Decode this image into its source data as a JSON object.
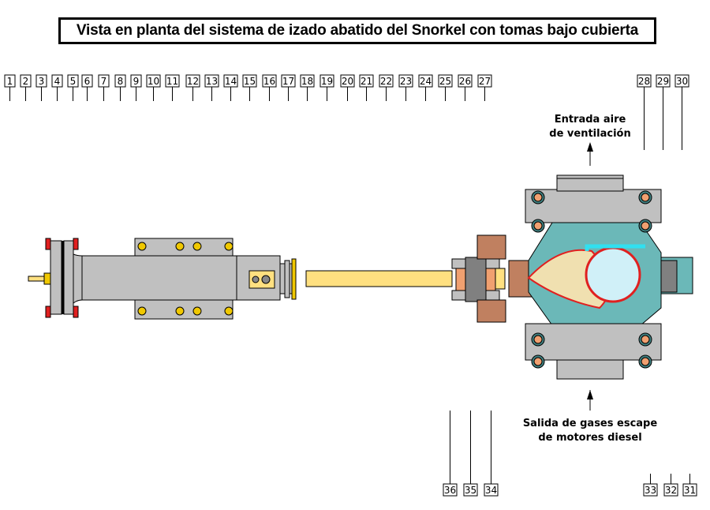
{
  "title": "Vista en planta del sistema de izado abatido del Snorkel con tomas bajo cubierta",
  "annotations": {
    "air_inlet": [
      "Entrada aire",
      "de ventilación"
    ],
    "exhaust_outlet": [
      "Salida de gases escape",
      "de motores diesel"
    ]
  },
  "callouts_top": [
    "1",
    "2",
    "3",
    "4",
    "5",
    "6",
    "7",
    "8",
    "9",
    "10",
    "11",
    "12",
    "13",
    "14",
    "15",
    "16",
    "17",
    "18",
    "19",
    "20",
    "21",
    "22",
    "23",
    "24",
    "25",
    "26",
    "27"
  ],
  "callouts_top_right": [
    "28",
    "29",
    "30"
  ],
  "callouts_bottom_left": [
    "36",
    "35",
    "34"
  ],
  "callouts_bottom_right": [
    "33",
    "32",
    "31"
  ],
  "colors": {
    "steel_gray": "#c0c0c0",
    "piston_yellow": "#ffe080",
    "bolt_gold": "#f0c800",
    "housing_teal": "#6bb8b8",
    "bracket_brown": "#c08060",
    "mast_cream": "#f0e0b0",
    "tube_lightblue": "#d0f0f8",
    "seal_red": "#e02020",
    "pipe_cyan": "#30e0f0"
  }
}
